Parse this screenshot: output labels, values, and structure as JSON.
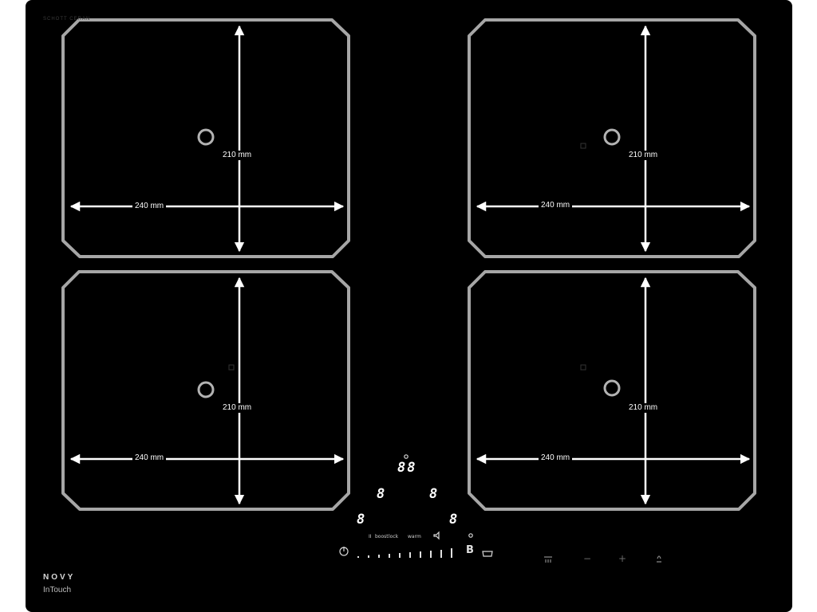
{
  "brand": {
    "name": "NOVY",
    "product": "InTouch",
    "glass": "SCHOTT CERAN"
  },
  "colors": {
    "glass": "#000000",
    "zone_outline": "#a6a6a6",
    "arrow": "#ffffff",
    "marker": "#b3b3b3"
  },
  "zones": [
    {
      "id": "front-left",
      "width_label": "240 mm",
      "depth_label": "210 mm"
    },
    {
      "id": "rear-right",
      "width_label": "240 mm",
      "depth_label": "210 mm"
    },
    {
      "id": "back-left",
      "width_label": "240 mm",
      "depth_label": "210 mm"
    },
    {
      "id": "front-right",
      "width_label": "240 mm",
      "depth_label": "210 mm"
    }
  ],
  "control_panel": {
    "timer_display": "88",
    "zone_displays": [
      "8",
      "8",
      "8",
      "8"
    ],
    "function_labels": {
      "pause": "II",
      "boost": "boost",
      "lock": "lock",
      "keep_warm": "warm"
    },
    "boost_label": "B",
    "power_icon": "power-icon",
    "hood_controls": {
      "minus": "−",
      "plus": "+",
      "fan_icon": "fan-icon",
      "light_icon": "light-icon"
    }
  }
}
